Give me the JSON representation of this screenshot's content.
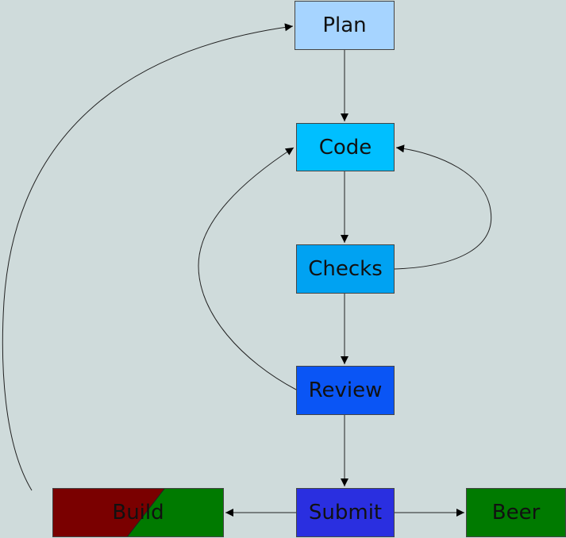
{
  "nodes": {
    "plan": {
      "label": "Plan",
      "color": "#a6d4ff"
    },
    "code": {
      "label": "Code",
      "color": "#00bfff"
    },
    "checks": {
      "label": "Checks",
      "color": "#00a2f2"
    },
    "review": {
      "label": "Review",
      "color": "#0a55f5"
    },
    "submit": {
      "label": "Submit",
      "color": "#2a2fe0"
    },
    "build": {
      "label": "Build",
      "color_left": "#7a0000",
      "color_right": "#007a00"
    },
    "beer": {
      "label": "Beer",
      "color": "#007a00"
    }
  },
  "edges": [
    {
      "from": "Plan",
      "to": "Code"
    },
    {
      "from": "Code",
      "to": "Checks"
    },
    {
      "from": "Checks",
      "to": "Code"
    },
    {
      "from": "Checks",
      "to": "Review"
    },
    {
      "from": "Review",
      "to": "Code"
    },
    {
      "from": "Review",
      "to": "Submit"
    },
    {
      "from": "Submit",
      "to": "Build"
    },
    {
      "from": "Submit",
      "to": "Beer"
    },
    {
      "from": "Build",
      "to": "Plan"
    }
  ]
}
